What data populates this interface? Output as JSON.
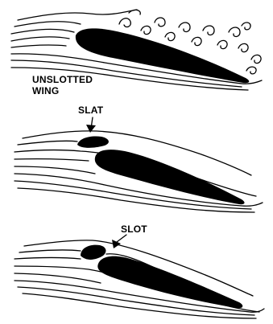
{
  "labels": {
    "unslotted_line1": "UNSLOTTED",
    "unslotted_line2": "WING",
    "slat": "SLAT",
    "slot": "SLOT"
  },
  "colors": {
    "ink": "#000000",
    "paper": "#ffffff"
  }
}
